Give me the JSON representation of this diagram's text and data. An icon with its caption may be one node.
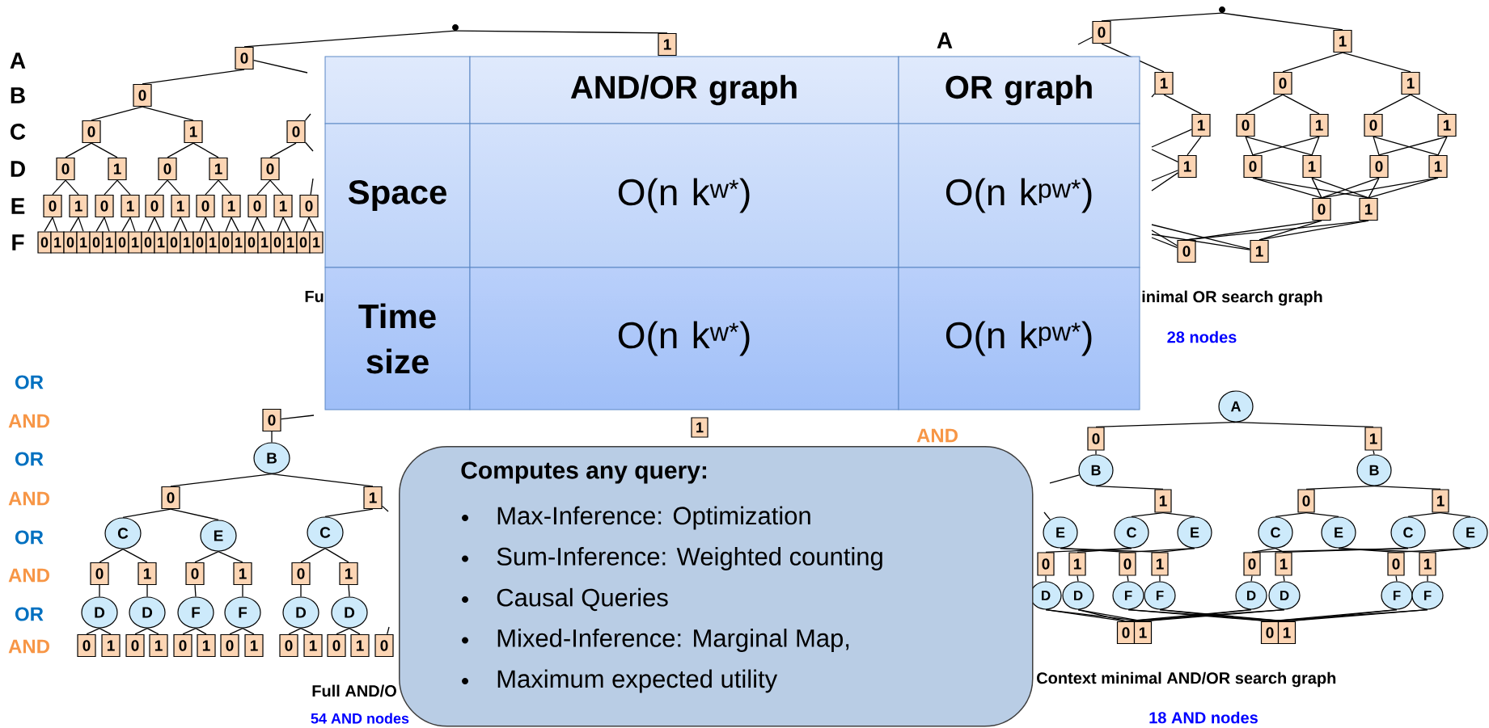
{
  "diagram": {
    "nodes": [
      {
        "text": [],
        "shape": "circle"
      },
      {
        "text": [
          "0"
        ]
      },
      {
        "text": [
          "1"
        ]
      },
      {
        "text": [
          "0"
        ]
      },
      {
        "text": [
          "0"
        ]
      },
      {
        "text": [
          "1"
        ]
      },
      {
        "text": [
          "0"
        ]
      },
      {
        "text": [
          "0"
        ]
      },
      {
        "text": [
          "1"
        ]
      },
      {
        "text": [
          "0"
        ]
      },
      {
        "text": [
          "1"
        ]
      },
      {
        "text": [
          "0"
        ]
      },
      {
        "text": [
          "0"
        ]
      },
      {
        "text": [
          "1"
        ]
      },
      {
        "text": [
          "0"
        ]
      },
      {
        "text": [
          "1"
        ]
      },
      {
        "text": [
          "0"
        ]
      },
      {
        "text": [
          "1"
        ]
      },
      {
        "text": [
          "0"
        ]
      },
      {
        "text": [
          "1"
        ]
      },
      {
        "text": [
          "0"
        ]
      },
      {
        "text": [
          "1"
        ]
      },
      {
        "text": [
          "0"
        ]
      },
      {
        "text": [
          "0"
        ]
      },
      {
        "text": [
          "1"
        ]
      },
      {
        "text": [
          "0"
        ]
      },
      {
        "text": [
          "1"
        ]
      },
      {
        "text": [
          "0"
        ]
      },
      {
        "text": [
          "1"
        ]
      },
      {
        "text": [
          "0"
        ]
      },
      {
        "text": [
          "1"
        ]
      },
      {
        "text": [
          "0"
        ]
      },
      {
        "text": [
          "1"
        ]
      },
      {
        "text": [
          "0"
        ]
      },
      {
        "text": [
          "1"
        ]
      },
      {
        "text": [
          "0"
        ]
      },
      {
        "text": [
          "1"
        ]
      },
      {
        "text": [
          "0"
        ]
      },
      {
        "text": [
          "1"
        ]
      },
      {
        "text": [
          "0"
        ]
      },
      {
        "text": [
          "1"
        ]
      },
      {
        "text": [
          "0"
        ]
      },
      {
        "text": [
          "1"
        ]
      },
      {
        "text": [
          "0"
        ]
      },
      {
        "text": [
          "1"
        ]
      },
      {
        "text": [],
        "shape": "circle"
      },
      {
        "text": [
          "0"
        ]
      },
      {
        "text": [
          "1"
        ]
      },
      {
        "text": [
          "1"
        ]
      },
      {
        "text": [
          "0"
        ]
      },
      {
        "text": [
          "1"
        ]
      },
      {
        "text": [
          "1"
        ]
      },
      {
        "text": [
          "0"
        ]
      },
      {
        "text": [
          "1"
        ]
      },
      {
        "text": [
          "0"
        ]
      },
      {
        "text": [
          "1"
        ]
      },
      {
        "text": [
          "1"
        ]
      },
      {
        "text": [
          "0"
        ]
      },
      {
        "text": [
          "1"
        ]
      },
      {
        "text": [
          "0"
        ]
      },
      {
        "text": [
          "1"
        ]
      },
      {
        "text": [
          "0"
        ]
      },
      {
        "text": [
          "1"
        ]
      },
      {
        "text": [
          "0"
        ]
      },
      {
        "text": [
          "1"
        ]
      },
      {
        "text": [
          "0"
        ]
      },
      {
        "text": [
          "B"
        ]
      },
      {
        "text": [
          "0"
        ]
      },
      {
        "text": [
          "1"
        ]
      },
      {
        "text": [
          "C"
        ]
      },
      {
        "text": [
          "E"
        ]
      },
      {
        "text": [
          "C"
        ]
      },
      {
        "text": [
          "0"
        ]
      },
      {
        "text": [
          "1"
        ]
      },
      {
        "text": [
          "0"
        ]
      },
      {
        "text": [
          "1"
        ]
      },
      {
        "text": [
          "0"
        ]
      },
      {
        "text": [
          "1"
        ]
      },
      {
        "text": [
          "D"
        ]
      },
      {
        "text": [
          "D"
        ]
      },
      {
        "text": [
          "F"
        ]
      },
      {
        "text": [
          "F"
        ]
      },
      {
        "text": [
          "D"
        ]
      },
      {
        "text": [
          "D"
        ]
      },
      {
        "text": [
          "0"
        ]
      },
      {
        "text": [
          "1"
        ]
      },
      {
        "text": [
          "0"
        ]
      },
      {
        "text": [
          "1"
        ]
      },
      {
        "text": [
          "0"
        ]
      },
      {
        "text": [
          "1"
        ]
      },
      {
        "text": [
          "0"
        ]
      },
      {
        "text": [
          "1"
        ]
      },
      {
        "text": [
          "0"
        ]
      },
      {
        "text": [
          "1"
        ]
      },
      {
        "text": [
          "0"
        ]
      },
      {
        "text": [
          "1"
        ]
      },
      {
        "text": [
          "0"
        ]
      },
      {
        "text": [
          "1"
        ]
      },
      {
        "text": [
          "A"
        ]
      },
      {
        "text": [
          "0"
        ]
      },
      {
        "text": [
          "1"
        ]
      },
      {
        "text": [
          "B"
        ]
      },
      {
        "text": [
          "B"
        ]
      },
      {
        "text": [
          "1"
        ]
      },
      {
        "text": [
          "0"
        ]
      },
      {
        "text": [
          "1"
        ]
      },
      {
        "text": [
          "E"
        ]
      },
      {
        "text": [
          "C"
        ]
      },
      {
        "text": [
          "E"
        ]
      },
      {
        "text": [
          "C"
        ]
      },
      {
        "text": [
          "E"
        ]
      },
      {
        "text": [
          "C"
        ]
      },
      {
        "text": [
          "E"
        ]
      },
      {
        "text": [
          "0"
        ]
      },
      {
        "text": [
          "1"
        ]
      },
      {
        "text": [
          "0"
        ]
      },
      {
        "text": [
          "1"
        ]
      },
      {
        "text": [
          "0"
        ]
      },
      {
        "text": [
          "1"
        ]
      },
      {
        "text": [
          "0"
        ]
      },
      {
        "text": [
          "1"
        ]
      },
      {
        "text": [
          "D"
        ]
      },
      {
        "text": [
          "D"
        ]
      },
      {
        "text": [
          "F"
        ]
      },
      {
        "text": [
          "F"
        ]
      },
      {
        "text": [
          "D"
        ]
      },
      {
        "text": [
          "D"
        ]
      },
      {
        "text": [
          "F"
        ]
      },
      {
        "text": [
          "F"
        ]
      },
      {
        "text": [
          "0"
        ]
      },
      {
        "text": [
          "1"
        ]
      },
      {
        "text": [
          "0"
        ]
      },
      {
        "text": [
          "1"
        ]
      },
      {
        "text": [
          "Computes any query:",
          "Max-Inference: Optimization",
          "Sum-Inference: Weighted counting",
          "Causal Queries",
          "Mixed-Inference: Marginal Map,",
          "Maximum expected utility"
        ]
      }
    ],
    "edges": [
      {
        "from": 0,
        "to": 1,
        "arrow": "none"
      },
      {
        "from": 0,
        "to": 2,
        "arrow": "none"
      },
      {
        "from": 1,
        "to": 3,
        "arrow": "none"
      },
      {
        "from": 1,
        "to": null,
        "arrow": "none"
      },
      {
        "from": 3,
        "to": 4,
        "arrow": "none"
      },
      {
        "from": 3,
        "to": 5,
        "arrow": "none"
      },
      {
        "from": null,
        "to": 6,
        "arrow": "none"
      },
      {
        "from": 4,
        "to": 7,
        "arrow": "none"
      },
      {
        "from": 4,
        "to": 8,
        "arrow": "none"
      },
      {
        "from": 5,
        "to": 9,
        "arrow": "none"
      },
      {
        "from": 5,
        "to": 10,
        "arrow": "none"
      },
      {
        "from": 6,
        "to": 11,
        "arrow": "none"
      },
      {
        "from": 6,
        "to": null,
        "arrow": "none"
      },
      {
        "from": 7,
        "to": 12,
        "arrow": "none"
      },
      {
        "from": 7,
        "to": 13,
        "arrow": "none"
      },
      {
        "from": 8,
        "to": 14,
        "arrow": "none"
      },
      {
        "from": 8,
        "to": 15,
        "arrow": "none"
      },
      {
        "from": 9,
        "to": 16,
        "arrow": "none"
      },
      {
        "from": 9,
        "to": 17,
        "arrow": "none"
      },
      {
        "from": 10,
        "to": 18,
        "arrow": "none"
      },
      {
        "from": 10,
        "to": 19,
        "arrow": "none"
      },
      {
        "from": 11,
        "to": 20,
        "arrow": "none"
      },
      {
        "from": 11,
        "to": 21,
        "arrow": "none"
      },
      {
        "from": null,
        "to": 22,
        "arrow": "none"
      },
      {
        "from": 12,
        "to": 23,
        "arrow": "none"
      },
      {
        "from": 12,
        "to": 24,
        "arrow": "none"
      },
      {
        "from": 13,
        "to": 25,
        "arrow": "none"
      },
      {
        "from": 13,
        "to": 26,
        "arrow": "none"
      },
      {
        "from": 14,
        "to": 27,
        "arrow": "none"
      },
      {
        "from": 14,
        "to": 28,
        "arrow": "none"
      },
      {
        "from": 15,
        "to": 29,
        "arrow": "none"
      },
      {
        "from": 15,
        "to": 30,
        "arrow": "none"
      },
      {
        "from": 16,
        "to": 31,
        "arrow": "none"
      },
      {
        "from": 16,
        "to": 32,
        "arrow": "none"
      },
      {
        "from": 17,
        "to": 33,
        "arrow": "none"
      },
      {
        "from": 17,
        "to": 34,
        "arrow": "none"
      },
      {
        "from": 18,
        "to": 35,
        "arrow": "none"
      },
      {
        "from": 18,
        "to": 36,
        "arrow": "none"
      },
      {
        "from": 19,
        "to": 37,
        "arrow": "none"
      },
      {
        "from": 19,
        "to": 38,
        "arrow": "none"
      },
      {
        "from": 20,
        "to": 39,
        "arrow": "none"
      },
      {
        "from": 20,
        "to": 40,
        "arrow": "none"
      },
      {
        "from": 21,
        "to": 41,
        "arrow": "none"
      },
      {
        "from": 21,
        "to": 42,
        "arrow": "none"
      },
      {
        "from": 22,
        "to": 43,
        "arrow": "none"
      },
      {
        "from": 22,
        "to": 44,
        "arrow": "none"
      },
      {
        "from": 45,
        "to": 46,
        "arrow": "none"
      },
      {
        "from": 45,
        "to": 47,
        "arrow": "none"
      },
      {
        "from": 46,
        "to": null,
        "arrow": "none"
      },
      {
        "from": 46,
        "to": 48,
        "arrow": "none"
      },
      {
        "from": 47,
        "to": 49,
        "arrow": "none"
      },
      {
        "from": 47,
        "to": 50,
        "arrow": "none"
      },
      {
        "from": 48,
        "to": null,
        "arrow": "none"
      },
      {
        "from": 48,
        "to": 51,
        "arrow": "none"
      },
      {
        "from": 49,
        "to": 52,
        "arrow": "none"
      },
      {
        "from": 49,
        "to": 53,
        "arrow": "none"
      },
      {
        "from": 50,
        "to": 54,
        "arrow": "none"
      },
      {
        "from": 50,
        "to": 55,
        "arrow": "none"
      },
      {
        "from": 51,
        "to": 56,
        "arrow": "none"
      },
      {
        "from": 51,
        "to": null,
        "arrow": "none"
      },
      {
        "from": null,
        "to": 56,
        "arrow": "none"
      },
      {
        "from": 52,
        "to": 57,
        "arrow": "none"
      },
      {
        "from": 52,
        "to": 58,
        "arrow": "none"
      },
      {
        "from": 53,
        "to": 57,
        "arrow": "none"
      },
      {
        "from": 53,
        "to": 58,
        "arrow": "none"
      },
      {
        "from": 54,
        "to": 59,
        "arrow": "none"
      },
      {
        "from": 54,
        "to": 60,
        "arrow": "none"
      },
      {
        "from": 55,
        "to": 59,
        "arrow": "none"
      },
      {
        "from": 55,
        "to": 60,
        "arrow": "none"
      },
      {
        "from": 57,
        "to": 61,
        "arrow": "none"
      },
      {
        "from": 57,
        "to": 62,
        "arrow": "none"
      },
      {
        "from": 58,
        "to": 61,
        "arrow": "none"
      },
      {
        "from": 58,
        "to": 62,
        "arrow": "none"
      },
      {
        "from": 59,
        "to": 61,
        "arrow": "none"
      },
      {
        "from": 59,
        "to": 62,
        "arrow": "none"
      },
      {
        "from": 60,
        "to": 61,
        "arrow": "none"
      },
      {
        "from": 60,
        "to": 62,
        "arrow": "none"
      },
      {
        "from": 56,
        "to": null,
        "arrow": "none"
      },
      {
        "from": 56,
        "to": null,
        "arrow": "none"
      },
      {
        "from": 61,
        "to": 63,
        "arrow": "none"
      },
      {
        "from": 61,
        "to": 64,
        "arrow": "none"
      },
      {
        "from": 62,
        "to": 63,
        "arrow": "none"
      },
      {
        "from": 62,
        "to": 64,
        "arrow": "none"
      },
      {
        "from": null,
        "to": 63,
        "arrow": "none"
      },
      {
        "from": null,
        "to": 63,
        "arrow": "none"
      },
      {
        "from": null,
        "to": 64,
        "arrow": "none"
      },
      {
        "from": null,
        "to": 64,
        "arrow": "none"
      },
      {
        "from": null,
        "to": 65,
        "arrow": "none"
      },
      {
        "from": 65,
        "to": 66,
        "arrow": "none"
      },
      {
        "from": 66,
        "to": 67,
        "arrow": "none"
      },
      {
        "from": 66,
        "to": 68,
        "arrow": "none"
      },
      {
        "from": 67,
        "to": 69,
        "arrow": "none"
      },
      {
        "from": 67,
        "to": 70,
        "arrow": "none"
      },
      {
        "from": 68,
        "to": 71,
        "arrow": "none"
      },
      {
        "from": 68,
        "to": null,
        "arrow": "none"
      },
      {
        "from": 69,
        "to": 72,
        "arrow": "none"
      },
      {
        "from": 69,
        "to": 73,
        "arrow": "none"
      },
      {
        "from": 70,
        "to": 74,
        "arrow": "none"
      },
      {
        "from": 70,
        "to": 75,
        "arrow": "none"
      },
      {
        "from": 71,
        "to": 76,
        "arrow": "none"
      },
      {
        "from": 71,
        "to": 77,
        "arrow": "none"
      },
      {
        "from": 72,
        "to": 78,
        "arrow": "none"
      },
      {
        "from": 73,
        "to": 79,
        "arrow": "none"
      },
      {
        "from": 74,
        "to": 80,
        "arrow": "none"
      },
      {
        "from": 75,
        "to": 81,
        "arrow": "none"
      },
      {
        "from": 76,
        "to": 82,
        "arrow": "none"
      },
      {
        "from": 77,
        "to": 83,
        "arrow": "none"
      },
      {
        "from": 78,
        "to": 84,
        "arrow": "none"
      },
      {
        "from": 78,
        "to": 85,
        "arrow": "none"
      },
      {
        "from": 79,
        "to": 86,
        "arrow": "none"
      },
      {
        "from": 79,
        "to": 87,
        "arrow": "none"
      },
      {
        "from": 80,
        "to": 88,
        "arrow": "none"
      },
      {
        "from": 80,
        "to": 89,
        "arrow": "none"
      },
      {
        "from": 81,
        "to": 90,
        "arrow": "none"
      },
      {
        "from": 81,
        "to": 91,
        "arrow": "none"
      },
      {
        "from": 82,
        "to": 92,
        "arrow": "none"
      },
      {
        "from": 82,
        "to": 93,
        "arrow": "none"
      },
      {
        "from": 83,
        "to": 94,
        "arrow": "none"
      },
      {
        "from": 83,
        "to": 95,
        "arrow": "none"
      },
      {
        "from": null,
        "to": 96,
        "arrow": "none"
      },
      {
        "from": 98,
        "to": 99,
        "arrow": "none"
      },
      {
        "from": 98,
        "to": 100,
        "arrow": "none"
      },
      {
        "from": 99,
        "to": 101,
        "arrow": "none"
      },
      {
        "from": 100,
        "to": 102,
        "arrow": "none"
      },
      {
        "from": 101,
        "to": null,
        "arrow": "none"
      },
      {
        "from": 101,
        "to": 103,
        "arrow": "none"
      },
      {
        "from": 102,
        "to": 104,
        "arrow": "none"
      },
      {
        "from": 102,
        "to": 105,
        "arrow": "none"
      },
      {
        "from": null,
        "to": 106,
        "arrow": "none"
      },
      {
        "from": 103,
        "to": 107,
        "arrow": "none"
      },
      {
        "from": 103,
        "to": 108,
        "arrow": "none"
      },
      {
        "from": 104,
        "to": 109,
        "arrow": "none"
      },
      {
        "from": 104,
        "to": 110,
        "arrow": "none"
      },
      {
        "from": 105,
        "to": 111,
        "arrow": "none"
      },
      {
        "from": 105,
        "to": 112,
        "arrow": "none"
      },
      {
        "from": 107,
        "to": 113,
        "arrow": "none"
      },
      {
        "from": 107,
        "to": 114,
        "arrow": "none"
      },
      {
        "from": 106,
        "to": 115,
        "arrow": "none"
      },
      {
        "from": 106,
        "to": 116,
        "arrow": "none"
      },
      {
        "from": 108,
        "to": 115,
        "arrow": "none"
      },
      {
        "from": 108,
        "to": 116,
        "arrow": "none"
      },
      {
        "from": 109,
        "to": 117,
        "arrow": "none"
      },
      {
        "from": 109,
        "to": 118,
        "arrow": "none"
      },
      {
        "from": 111,
        "to": 117,
        "arrow": "none"
      },
      {
        "from": 111,
        "to": 118,
        "arrow": "none"
      },
      {
        "from": 110,
        "to": 119,
        "arrow": "none"
      },
      {
        "from": 110,
        "to": 120,
        "arrow": "none"
      },
      {
        "from": 112,
        "to": 119,
        "arrow": "none"
      },
      {
        "from": 112,
        "to": 120,
        "arrow": "none"
      },
      {
        "from": 113,
        "to": 121,
        "arrow": "none"
      },
      {
        "from": 114,
        "to": 122,
        "arrow": "none"
      },
      {
        "from": 115,
        "to": 123,
        "arrow": "none"
      },
      {
        "from": 116,
        "to": 124,
        "arrow": "none"
      },
      {
        "from": 117,
        "to": 125,
        "arrow": "none"
      },
      {
        "from": 118,
        "to": 126,
        "arrow": "none"
      },
      {
        "from": 119,
        "to": 127,
        "arrow": "none"
      },
      {
        "from": 120,
        "to": 128,
        "arrow": "none"
      },
      {
        "from": 121,
        "to": 129,
        "arrow": "none"
      },
      {
        "from": 121,
        "to": 130,
        "arrow": "none"
      },
      {
        "from": 122,
        "to": 129,
        "arrow": "none"
      },
      {
        "from": 122,
        "to": 130,
        "arrow": "none"
      },
      {
        "from": 125,
        "to": 129,
        "arrow": "none"
      },
      {
        "from": 125,
        "to": 130,
        "arrow": "none"
      },
      {
        "from": 126,
        "to": 129,
        "arrow": "none"
      },
      {
        "from": 126,
        "to": 130,
        "arrow": "none"
      },
      {
        "from": 123,
        "to": 131,
        "arrow": "none"
      },
      {
        "from": 123,
        "to": 132,
        "arrow": "none"
      },
      {
        "from": 124,
        "to": 131,
        "arrow": "none"
      },
      {
        "from": 124,
        "to": 132,
        "arrow": "none"
      },
      {
        "from": 127,
        "to": 131,
        "arrow": "none"
      },
      {
        "from": 127,
        "to": 132,
        "arrow": "none"
      },
      {
        "from": 128,
        "to": 131,
        "arrow": "none"
      },
      {
        "from": 128,
        "to": 132,
        "arrow": "none"
      }
    ],
    "labels": [
      "A",
      "B",
      "C",
      "D",
      "E",
      "F",
      "A",
      "AND/OR graph",
      "OR graph",
      "Space",
      "O(n k$^{w*}$)",
      "O(n k$^{pw*}$)",
      "Time size",
      "O(n k$^{w*}$)",
      "O(n k$^{pw*}$)",
      "Fu",
      "inimal OR search graph",
      "28 nodes",
      "OR",
      "AND",
      "OR",
      "AND",
      "OR",
      "AND",
      "OR",
      "AND",
      "AND",
      "Full AND/O",
      "54 AND nodes",
      "Context minimal AND/OR search graph",
      "18 AND nodes"
    ]
  }
}
